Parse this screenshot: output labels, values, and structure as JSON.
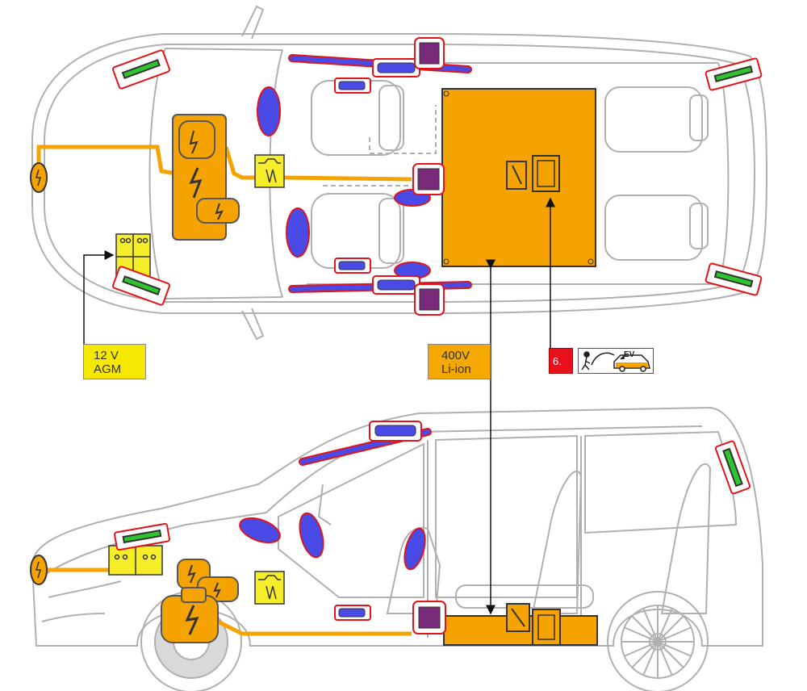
{
  "labels": {
    "battery_12v": {
      "line1": "12 V",
      "line2": "AGM"
    },
    "battery_hv": {
      "line1": "400V",
      "line2": "Li-ion"
    },
    "step": {
      "number": "6.",
      "ev_text": "EV"
    }
  },
  "colors": {
    "outline": "#b0b0b0",
    "hv_orange": "#f5a300",
    "lv_yellow": "#f7ee2a",
    "airbag_blue": "#4a4ae6",
    "warning_red": "#e0141a",
    "sensor_green": "#2ec42e",
    "purple": "#7a2a7a"
  }
}
